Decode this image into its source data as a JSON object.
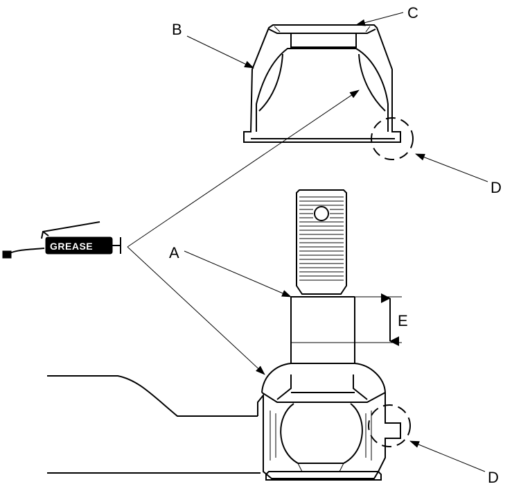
{
  "labels": {
    "a": "A",
    "b": "B",
    "c": "C",
    "d1": "D",
    "d2": "D",
    "e": "E",
    "grease": "GREASE"
  },
  "colors": {
    "line": "#000000",
    "background": "#ffffff"
  }
}
